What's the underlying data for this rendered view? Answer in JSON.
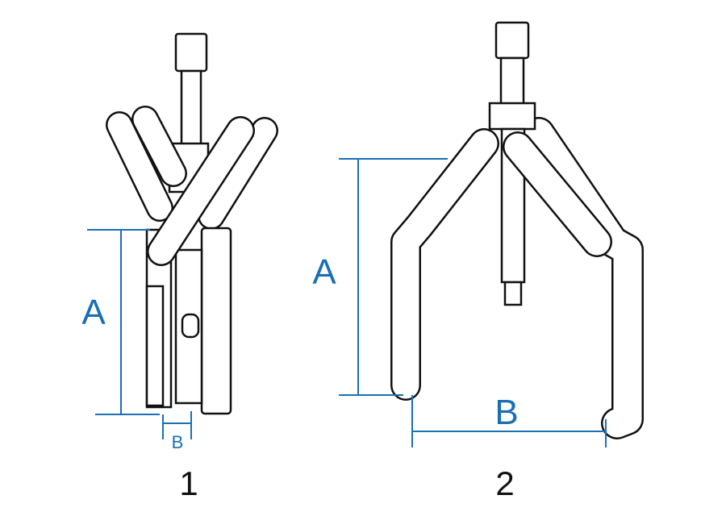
{
  "colors": {
    "dimension": "#1a6fb5",
    "outline": "#111111"
  },
  "pullers": [
    {
      "number": "1",
      "dimension_a": "A",
      "dimension_b": "B"
    },
    {
      "number": "2",
      "dimension_a": "A",
      "dimension_b": "B"
    }
  ]
}
